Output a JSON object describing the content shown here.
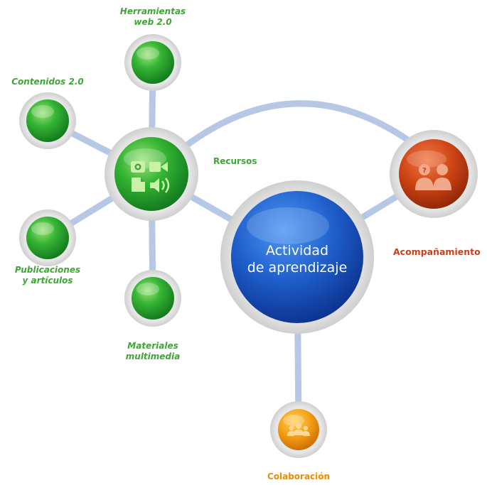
{
  "center": {
    "line1": "Actividad",
    "line2": "de aprendizaje"
  },
  "recursos": {
    "label": "Recursos"
  },
  "acompanamiento": {
    "label": "Acompañamiento"
  },
  "colaboracion": {
    "label": "Colaboración"
  },
  "herramientas": {
    "line1": "Herramientas",
    "line2": "web 2.0"
  },
  "contenidos": {
    "label": "Contenidos 2.0"
  },
  "publicaciones": {
    "line1": "Publicaciones",
    "line2": "y artículos"
  },
  "materiales": {
    "line1": "Materiales",
    "line2": "multimedia"
  },
  "colors": {
    "green": "#3fa535",
    "blue": "#1e5cc8",
    "red": "#c8401c",
    "orange": "#f08c00",
    "connector": "#b7c8e6"
  }
}
